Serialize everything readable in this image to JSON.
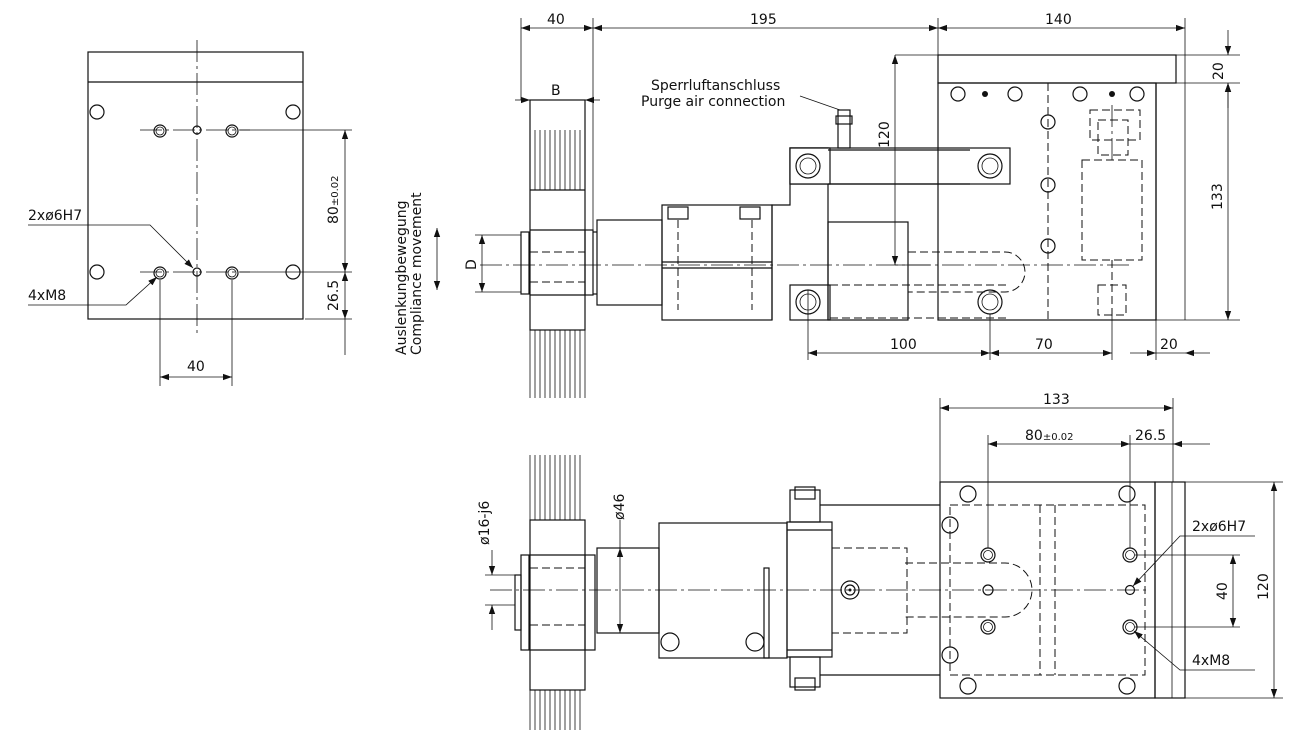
{
  "left_view": {
    "dim_80": "80",
    "dim_80_tol": "±0.02",
    "dim_26_5": "26.5",
    "dim_40": "40",
    "label_2x6h7": "2xø6H7",
    "label_4xm8": "4xM8"
  },
  "compliance": {
    "line_de": "Auslenkungbewegung",
    "line_en": "Compliance movement"
  },
  "top_view": {
    "dim_40": "40",
    "dim_195": "195",
    "dim_140": "140",
    "dim_20_top": "20",
    "dim_b": "B",
    "dim_120": "120",
    "dim_133": "133",
    "dim_d": "D",
    "dim_100": "100",
    "dim_70": "70",
    "dim_20_bottom": "20",
    "purge_de": "Sperrluftanschluss",
    "purge_en": "Purge air connection"
  },
  "bottom_view": {
    "dim_133": "133",
    "dim_80": "80",
    "dim_80_tol": "±0.02",
    "dim_26_5": "26.5",
    "dim_d16": "ø16-j6",
    "dim_d46": "ø46",
    "dim_40": "40",
    "dim_120": "120",
    "label_2x6h7": "2xø6H7",
    "label_4xm8": "4xM8"
  }
}
